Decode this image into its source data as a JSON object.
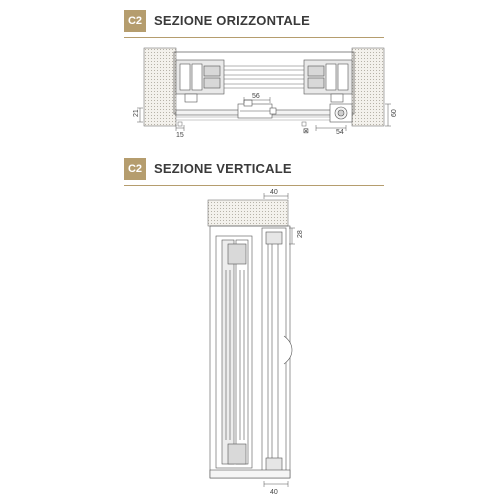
{
  "colors": {
    "accent": "#b59d6e",
    "line": "#555555",
    "wall_fill": "#f0eeea"
  },
  "sections": [
    {
      "badge": "C2",
      "title": "SEZIONE ORIZZONTALE",
      "dims": {
        "d21": "21",
        "d60": "60",
        "d15": "15",
        "d56": "56",
        "d54": "54"
      }
    },
    {
      "badge": "C2",
      "title": "SEZIONE VERTICALE",
      "dims": {
        "top40": "40",
        "side28": "28",
        "bottom40": "40"
      }
    }
  ]
}
